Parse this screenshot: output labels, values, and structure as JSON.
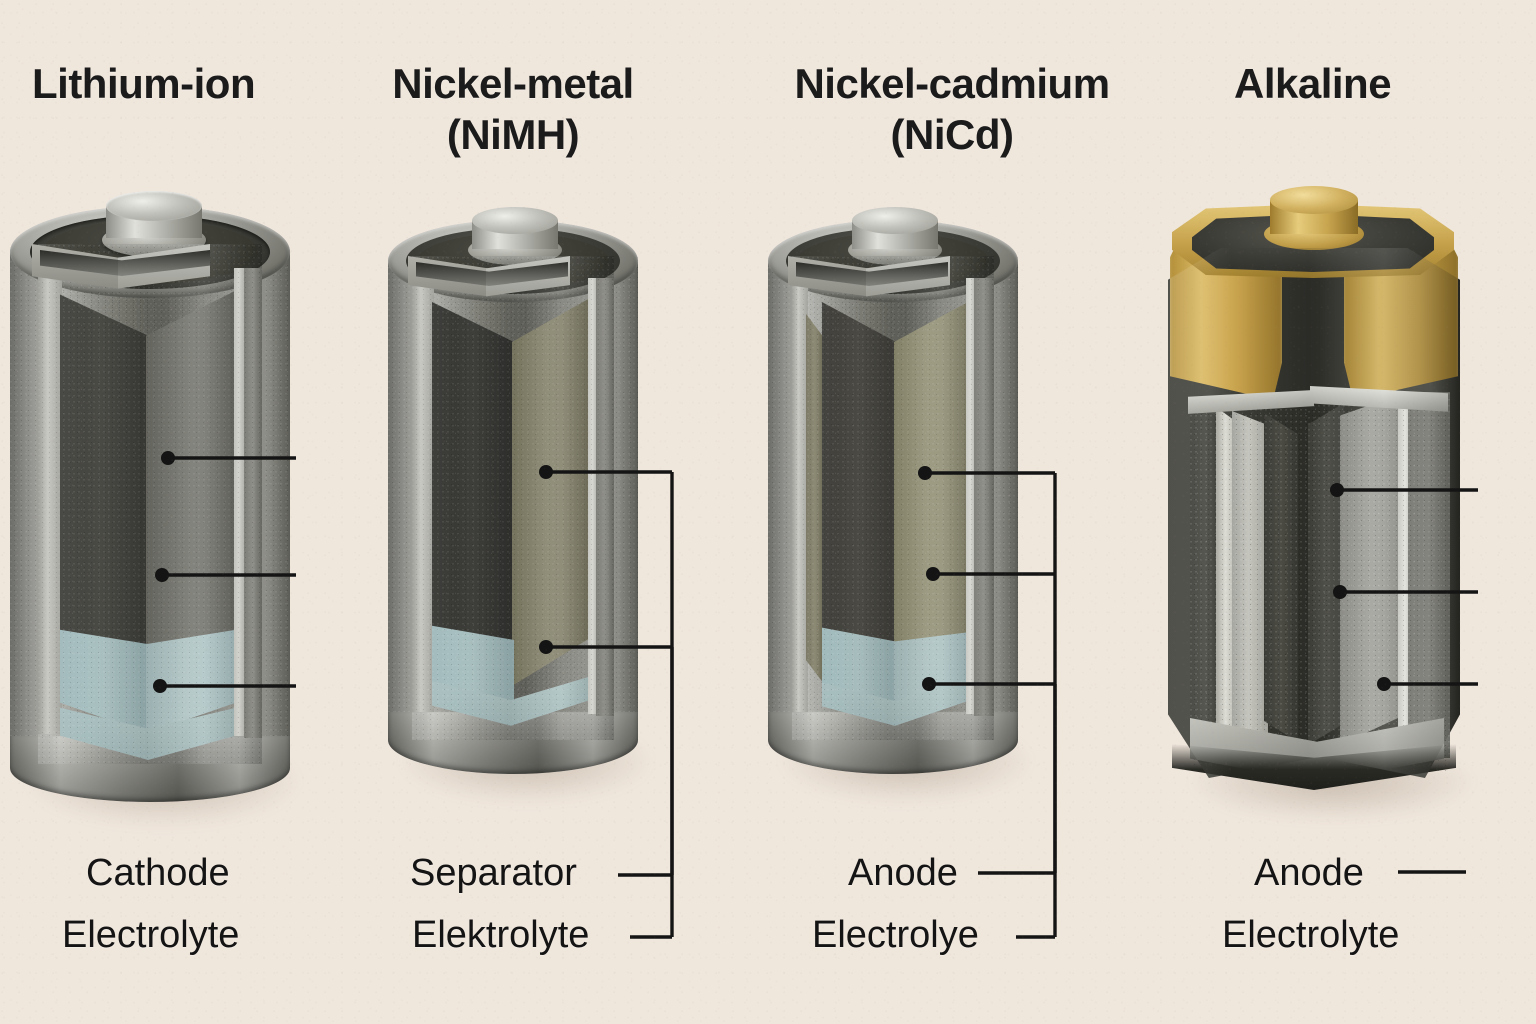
{
  "figure": {
    "kind": "battery-cutaway-comparison",
    "background_color": "#efe6dc",
    "cell_count": 4
  },
  "titles": [
    {
      "id": "lithium-ion",
      "text": "Lithium-ion"
    },
    {
      "id": "nickel-metal",
      "text": "Nickel-metal\n(NiMH)"
    },
    {
      "id": "nickel-cadmium",
      "text": "Nickel-cadmium\n(NiCd)"
    },
    {
      "id": "alkaline",
      "text": "Alkaline"
    }
  ],
  "cells": [
    {
      "id": "lithium-ion",
      "title": "Lithium-ion",
      "form": "cylindrical",
      "cap_color": "#b4b4ae",
      "shell_color": "#8b8b85",
      "cathode_color": "#4a4a46",
      "anode_color": "#7d7d76",
      "electrolyte_color": "#a8bfc0",
      "callout_count": 3,
      "labels": [
        "Cathode",
        "Electrolyte"
      ]
    },
    {
      "id": "nickel-metal",
      "title": "Nickel-metal (NiMH)",
      "form": "cylindrical",
      "cap_color": "#b4b4ae",
      "shell_color": "#8b8b85",
      "cathode_color": "#403f3b",
      "anode_color": "#7c7a63",
      "separator_color": "#cfcfc6",
      "electrolyte_color": "#a8bfc0",
      "callout_count": 2,
      "labels": [
        "Separator",
        "Elektrolyte"
      ]
    },
    {
      "id": "nickel-cadmium",
      "title": "Nickel-cadmium (NiCd)",
      "form": "cylindrical",
      "cap_color": "#b4b4ae",
      "shell_color": "#8b8b85",
      "cathode_color": "#4d4b44",
      "anode_color": "#8d8b6e",
      "electrolyte_color": "#a8bfc0",
      "callout_count": 3,
      "labels": [
        "Anode",
        "Electrolye"
      ]
    },
    {
      "id": "alkaline",
      "title": "Alkaline",
      "form": "prismatic",
      "cap_color": "#c9a martian",
      "collar_color": "#caa14a",
      "nub_color": "#d4b05c",
      "shell_color": "#3c3c38",
      "cathode_color": "#4a4a46",
      "anode_color": "#8c8c86",
      "separator_color": "#b9b9b2",
      "callout_count": 3,
      "labels": [
        "Anode",
        "Electrolyte"
      ]
    }
  ],
  "label_rows": [
    {
      "cell": "lithium-ion",
      "row1": "Cathode",
      "row2": "Electrolyte",
      "bracket": false
    },
    {
      "cell": "nickel-metal",
      "row1": "Separator",
      "row2": "Elektrolyte",
      "bracket": true
    },
    {
      "cell": "nickel-cadmium",
      "row1": "Anode",
      "row2": "Electrolye",
      "bracket": true
    },
    {
      "cell": "alkaline",
      "row1": "Anode",
      "row2": "Electrolyte",
      "bracket": false,
      "dash_after_row1": true
    }
  ],
  "palette": {
    "paper": "#efe6dc",
    "ink": "#141414",
    "steel_light": "#b8b8b2",
    "steel_mid": "#8b8b85",
    "steel_dark": "#58584f",
    "teal_electrolyte": "#a8bfc0",
    "olive_anode": "#8d8b6e",
    "brass": "#caa14a",
    "graphite": "#45453f"
  }
}
